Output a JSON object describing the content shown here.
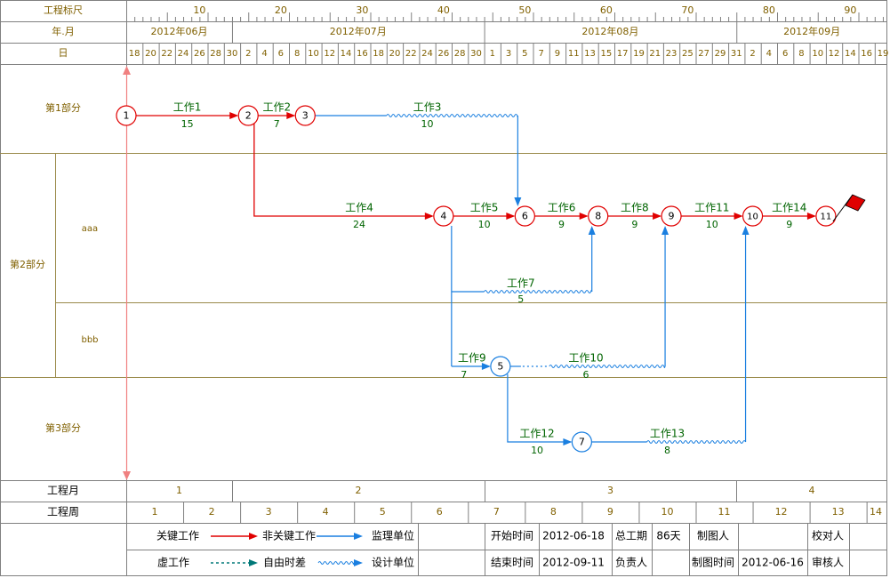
{
  "header": {
    "scale_label": "工程标尺",
    "ym_label": "年.月",
    "day_label": "日",
    "scale_ticks": [
      "10",
      "20",
      "30",
      "40",
      "50",
      "60",
      "70",
      "80",
      "90"
    ],
    "months": [
      "2012年06月",
      "2012年07月",
      "2012年08月",
      "2012年09月"
    ],
    "days": [
      "18",
      "20",
      "22",
      "24",
      "26",
      "28",
      "30",
      "2",
      "4",
      "6",
      "8",
      "10",
      "12",
      "14",
      "16",
      "18",
      "20",
      "22",
      "24",
      "26",
      "28",
      "30",
      "1",
      "3",
      "5",
      "7",
      "9",
      "11",
      "13",
      "15",
      "17",
      "19",
      "21",
      "23",
      "25",
      "27",
      "29",
      "31",
      "2",
      "4",
      "6",
      "8",
      "10",
      "12",
      "14",
      "16",
      "19"
    ]
  },
  "sections": {
    "part1": "第1部分",
    "part2": "第2部分",
    "sub_aaa": "aaa",
    "sub_bbb": "bbb",
    "part3": "第3部分"
  },
  "footer": {
    "month_label": "工程月",
    "week_label": "工程周",
    "month_numbers": [
      "1",
      "2",
      "3",
      "4"
    ],
    "week_numbers": [
      "1",
      "2",
      "3",
      "4",
      "5",
      "6",
      "7",
      "8",
      "9",
      "10",
      "11",
      "12",
      "13",
      "14"
    ]
  },
  "legend": {
    "critical": "关键工作",
    "noncritical": "非关键工作",
    "dummy": "虚工作",
    "float": "自由时差",
    "supervisor_label": "监理单位",
    "supervisor_value": "",
    "designer_label": "设计单位",
    "designer_value": "",
    "start_label": "开始时间",
    "start_value": "2012-06-18",
    "end_label": "结束时间",
    "end_value": "2012-09-11",
    "duration_label": "总工期",
    "duration_value": "86天",
    "owner_label": "负责人",
    "owner_value": "",
    "drawer_label": "制图人",
    "drawer_value": "",
    "drawdate_label": "制图时间",
    "drawdate_value": "2012-06-16",
    "checker_label": "校对人",
    "checker_value": "",
    "reviewer_label": "审核人",
    "reviewer_value": ""
  },
  "colors": {
    "critical": "#e00000",
    "noncritical": "#1a7fe0",
    "float": "#1a7fe0",
    "dummy": "#007878",
    "label": "#006400",
    "grid_text": "#806000",
    "frame": "#808080",
    "section_line": "#9a8a4a",
    "time_line": "#f08080"
  },
  "chart_data": {
    "type": "network-timeline",
    "nodes": [
      {
        "id": "1",
        "day": 0,
        "lane": "part1",
        "critical": true
      },
      {
        "id": "2",
        "day": 15,
        "lane": "part1",
        "critical": true
      },
      {
        "id": "3",
        "day": 22,
        "lane": "part1",
        "critical": true
      },
      {
        "id": "4",
        "day": 39,
        "lane": "aaa",
        "critical": true
      },
      {
        "id": "5",
        "day": 46,
        "lane": "bbb",
        "critical": false
      },
      {
        "id": "6",
        "day": 49,
        "lane": "aaa",
        "critical": true
      },
      {
        "id": "7",
        "day": 56,
        "lane": "part3",
        "critical": false
      },
      {
        "id": "8",
        "day": 58,
        "lane": "aaa",
        "critical": true
      },
      {
        "id": "9",
        "day": 67,
        "lane": "aaa",
        "critical": true
      },
      {
        "id": "10",
        "day": 77,
        "lane": "aaa",
        "critical": true
      },
      {
        "id": "11",
        "day": 86,
        "lane": "aaa",
        "critical": true
      }
    ],
    "tasks": [
      {
        "name": "工作1",
        "duration": "15",
        "from": "1",
        "to": "2",
        "critical": true
      },
      {
        "name": "工作2",
        "duration": "7",
        "from": "2",
        "to": "3",
        "critical": true
      },
      {
        "name": "工作3",
        "duration": "10",
        "from": "3",
        "to": "6",
        "critical": false,
        "work_end_day": 32
      },
      {
        "name": "工作4",
        "duration": "24",
        "from": "2",
        "to": "4",
        "critical": true
      },
      {
        "name": "工作5",
        "duration": "10",
        "from": "4",
        "to": "6",
        "critical": true
      },
      {
        "name": "工作6",
        "duration": "9",
        "from": "6",
        "to": "8",
        "critical": true
      },
      {
        "name": "工作7",
        "duration": "5",
        "from": "4",
        "to": "8",
        "critical": false,
        "work_end_day": 44
      },
      {
        "name": "工作8",
        "duration": "9",
        "from": "8",
        "to": "9",
        "critical": true
      },
      {
        "name": "工作9",
        "duration": "7",
        "from": "4",
        "to": "5",
        "critical": false
      },
      {
        "name": "工作10",
        "duration": "6",
        "from": "5",
        "to": "9",
        "critical": false,
        "work_end_day": 52
      },
      {
        "name": "工作11",
        "duration": "10",
        "from": "9",
        "to": "10",
        "critical": true
      },
      {
        "name": "工作12",
        "duration": "10",
        "from": "5",
        "to": "7",
        "critical": false
      },
      {
        "name": "工作13",
        "duration": "8",
        "from": "7",
        "to": "10",
        "critical": false,
        "work_end_day": 64
      },
      {
        "name": "工作14",
        "duration": "9",
        "from": "10",
        "to": "11",
        "critical": true
      }
    ]
  }
}
